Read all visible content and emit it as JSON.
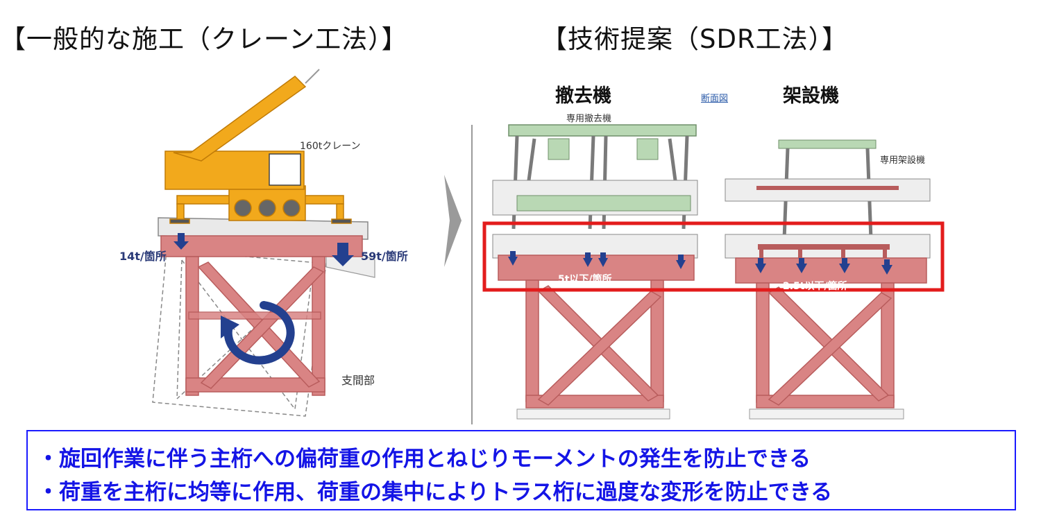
{
  "titles": {
    "left": "【一般的な施工（クレーン工法）】",
    "right": "【技術提案（SDR工法）】"
  },
  "left_diagram": {
    "crane_label": "160tクレーン",
    "load_left": "14t/箇所",
    "load_right": "59t/箇所",
    "span_label": "支間部"
  },
  "right_diagram": {
    "remover_heading": "撤去機",
    "remover_caption": "専用撤去機",
    "erector_heading": "架設機",
    "erector_caption": "専用架設機",
    "section_link": "断面図",
    "load_remover": "5t以下/箇所",
    "load_erector": "2.5t以下/箇所"
  },
  "notes": [
    "・旋回作業に伴う主桁への偏荷重の作用とねじりモーメントの発生を防止できる",
    "・荷重を主桁に均等に作用、荷重の集中によりトラス桁に過度な変形を防止できる"
  ],
  "colors": {
    "truss": "#d98484",
    "truss_stroke": "#b85c5c",
    "crane": "#f2a91c",
    "machine": "#b9d8b4",
    "arrow": "#23408f",
    "highlight": "#e31c1c",
    "note": "#1414e6"
  }
}
